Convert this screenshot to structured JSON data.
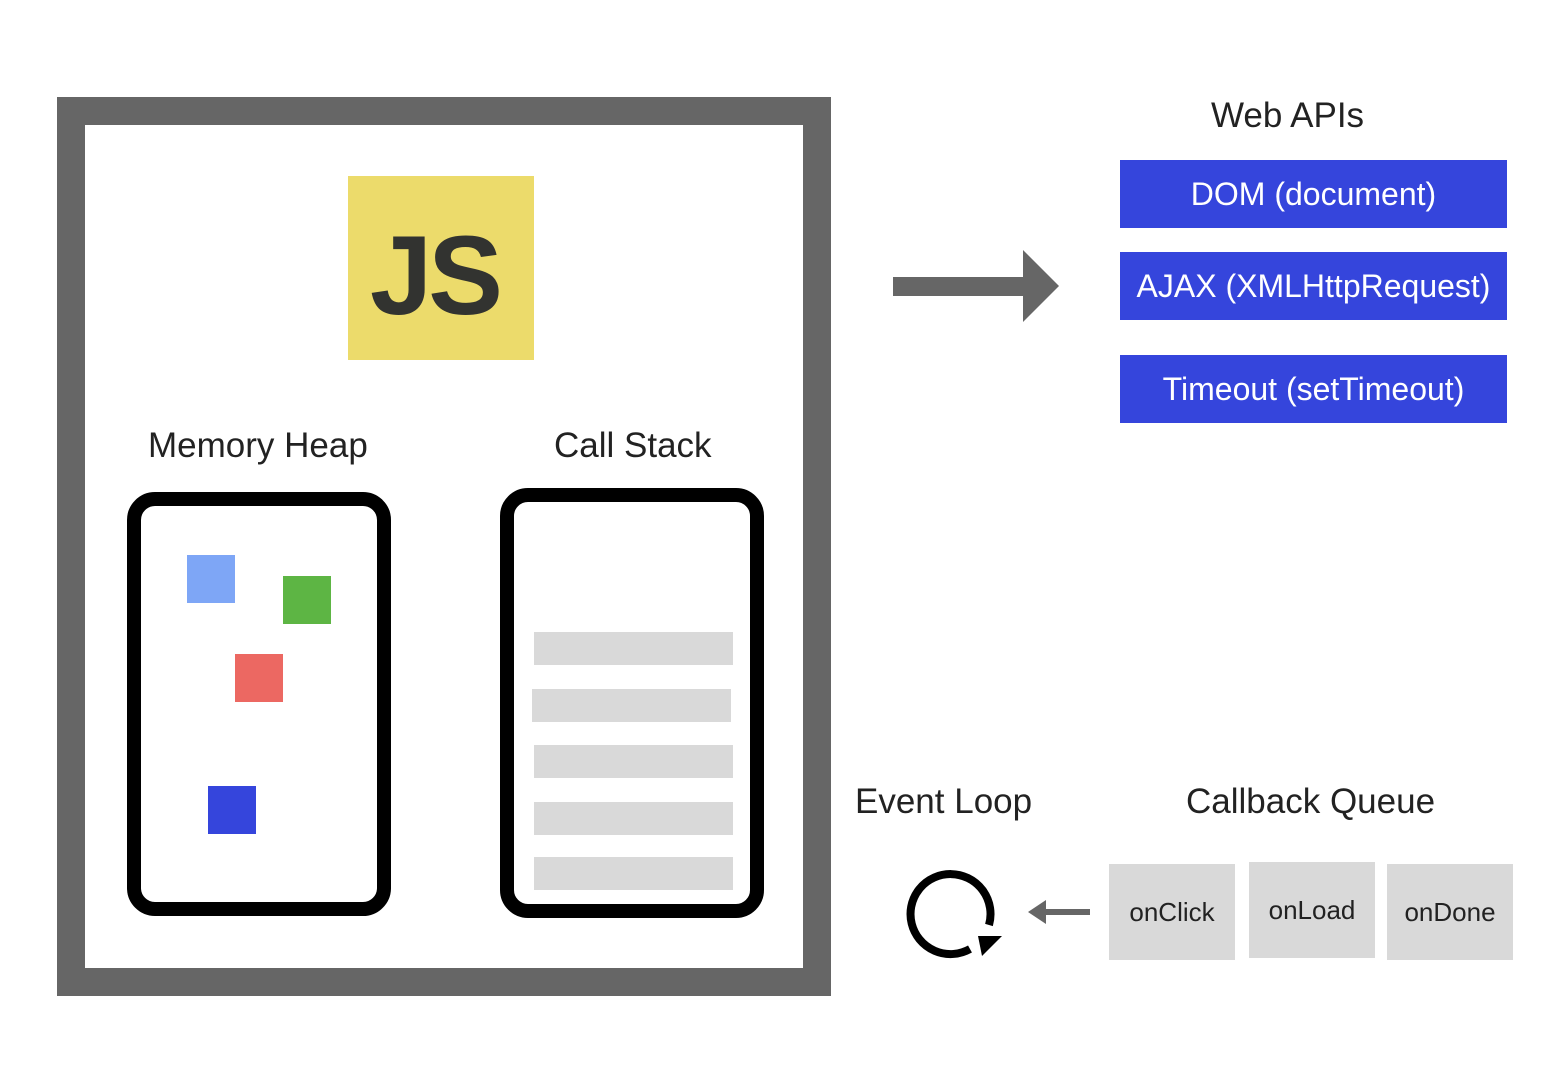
{
  "engine": {
    "logo_text": "JS",
    "memory_heap_label": "Memory Heap",
    "call_stack_label": "Call Stack",
    "heap_object_colors": [
      "#7ea6f6",
      "#5db544",
      "#ec6862",
      "#3545dc"
    ]
  },
  "web_apis": {
    "title": "Web APIs",
    "items": [
      {
        "label": "DOM (document)"
      },
      {
        "label": "AJAX (XMLHttpRequest)"
      },
      {
        "label": "Timeout (setTimeout)"
      }
    ]
  },
  "event_loop": {
    "label": "Event Loop",
    "icon": "loop-icon"
  },
  "callback_queue": {
    "label": "Callback Queue",
    "items": [
      {
        "label": "onClick"
      },
      {
        "label": "onLoad"
      },
      {
        "label": "onDone"
      }
    ]
  },
  "colors": {
    "frame": "#666666",
    "js_logo_bg": "#ecdb6b",
    "api_blue": "#3545dc",
    "queue_gray": "#d9d9d9"
  }
}
